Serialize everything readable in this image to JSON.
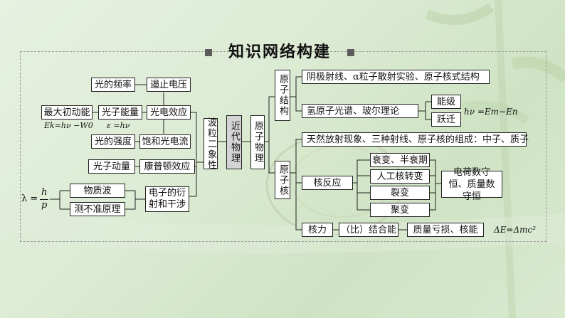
{
  "title": "知识网络构建",
  "colors": {
    "box_bg": "#ffffff",
    "box_border": "#222222",
    "gray_box": "#d4d4d4",
    "line": "#222222",
    "background": "#dcebd3"
  },
  "nodes": {
    "guang_pinlv": "光的频率",
    "ezhi_dianya": "遏止电压",
    "zuida_dongneng": "最大初动能",
    "guangzi_nengliang": "光子能量",
    "guangdian_xiaoying": "光电效应",
    "guang_qiangdu": "光的强度",
    "baohe_guangdianliu": "饱和光电流",
    "guangzi_dongliang": "光子动量",
    "kangpudun": "康普顿效应",
    "wuzhibo": "物质波",
    "ce_bu_zhun": "测不准原理",
    "dianzi_yanshe": "电子的衍射和干涉",
    "boli_erxiangxing": "波粒二象性",
    "jindai_wuli": "近代物理",
    "yuanzi_wuli": "原子物理",
    "yuanzi_jiegou": "原子结构",
    "yinji_sheixian": "阴极射线、α粒子散射实验、原子核式结构",
    "qing_guangpu": "氢原子光谱、玻尔理论",
    "nengji": "能级",
    "yueqian": "跃迁",
    "yuanzihe": "原子核",
    "tianran_fangshe": "天然放射现象、三种射线、原子核的组成：中子、质子",
    "he_fanying": "核反应",
    "shuaibian": "衰变、半衰期",
    "rengong_bianhuan": "人工核转变",
    "liebian": "裂变",
    "jubian": "聚变",
    "shouheng": "电荷数守恒、质量数守恒",
    "heli": "核力",
    "jiehe_neng": "（比）结合能",
    "zhiliang_kuisun": "质量亏损、核能"
  },
  "equations": {
    "ek": "Ek=hν −W0",
    "epsilon": "ε =hν",
    "hv": "hν =Em−En",
    "emc2": "ΔE=Δmc²",
    "lambda_lhs": "λ =",
    "lambda_num": "h",
    "lambda_den": "p"
  }
}
